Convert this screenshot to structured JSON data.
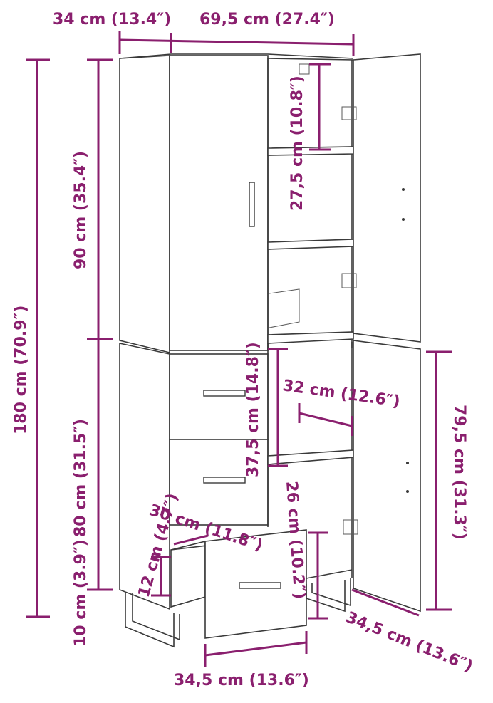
{
  "diagram": {
    "accent_color": "#8a1f6e",
    "line_color": "#3a3a3a",
    "labels": {
      "depth_top": "34 cm (13.4″)",
      "width_top": "69,5 cm (27.4″)",
      "total_height": "180 cm (70.9″)",
      "upper_height": "90 cm (35.4″)",
      "lower_height": "80 cm (31.5″)",
      "leg_height": "10 cm (3.9″)",
      "upper_shelf_gap": "27,5 cm (10.8″)",
      "lower_inner_height": "37,5 cm (14.8″)",
      "shelf_width": "32 cm (12.6″)",
      "right_door_height": "79,5 cm (31.3″)",
      "drawer_depth": "30 cm (11.8″)",
      "drawer_height": "12 cm (4.7″)",
      "bottom_gap": "26 cm (10.2″)",
      "drawer_width": "34,5 cm (13.6″)",
      "right_depth": "34,5 cm (13.6″)"
    }
  }
}
